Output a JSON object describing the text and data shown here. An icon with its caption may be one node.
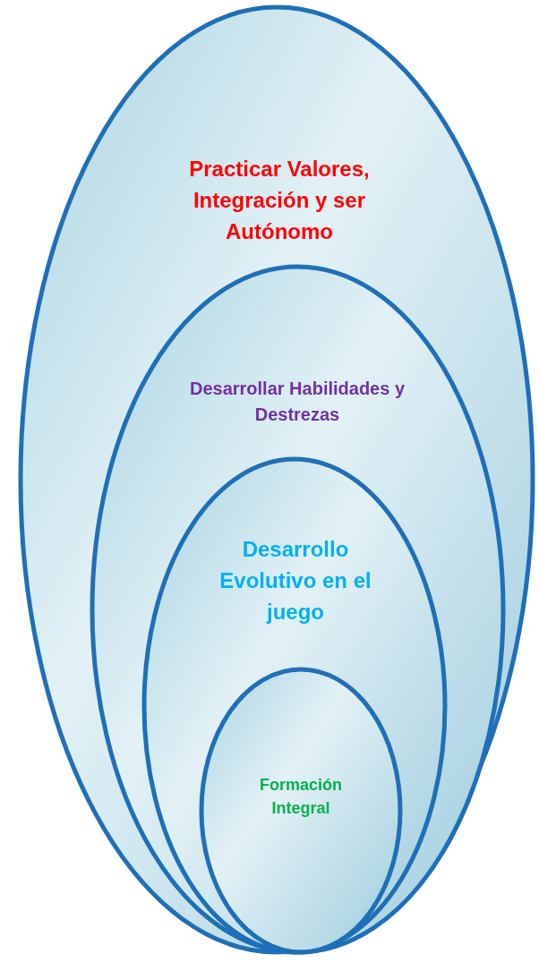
{
  "diagram": {
    "nodes": [
      {
        "text": [
          "Practicar Valores, Integración y ser Autónomo"
        ]
      },
      {
        "text": [
          "Desarrollar Habilidades y Destrezas"
        ],
        "in": 0
      },
      {
        "text": [
          "Desarrollo Evolutivo en el juego"
        ],
        "in": 1
      },
      {
        "text": [
          "Formación Integral"
        ],
        "in": 2
      }
    ]
  }
}
